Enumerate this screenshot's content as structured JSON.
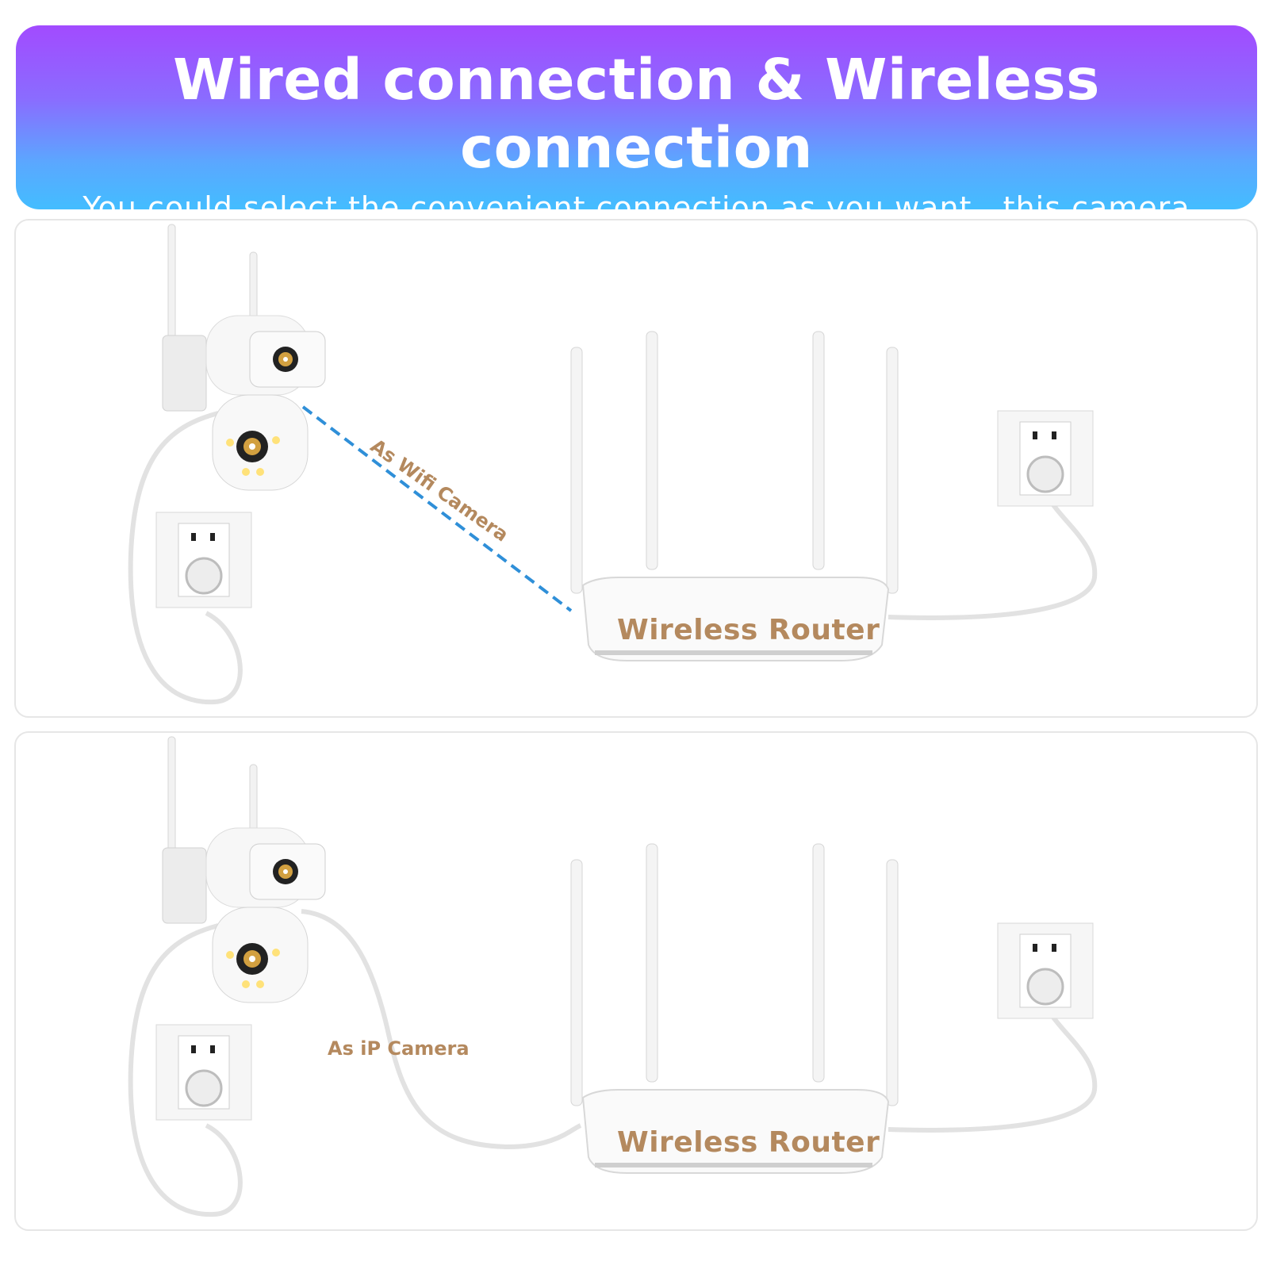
{
  "header": {
    "title": "Wired connection & Wireless connection",
    "subtitle": "You could select the convenient connection as you want . this camera supports wireless and wire connection at the same time."
  },
  "panels": [
    {
      "connection_label": "As Wifi Camera",
      "router_label": "Wireless Router",
      "connection_type": "wireless",
      "link_color": "#2f8fd8"
    },
    {
      "connection_label": "As iP Camera",
      "router_label": "Wireless Router",
      "connection_type": "wired",
      "link_color": "#e4e4e4"
    }
  ],
  "colors": {
    "banner_top": "#a24bff",
    "banner_bottom": "#43bdff",
    "label_brown": "#b4895e",
    "device_white": "#f4f4f4"
  }
}
